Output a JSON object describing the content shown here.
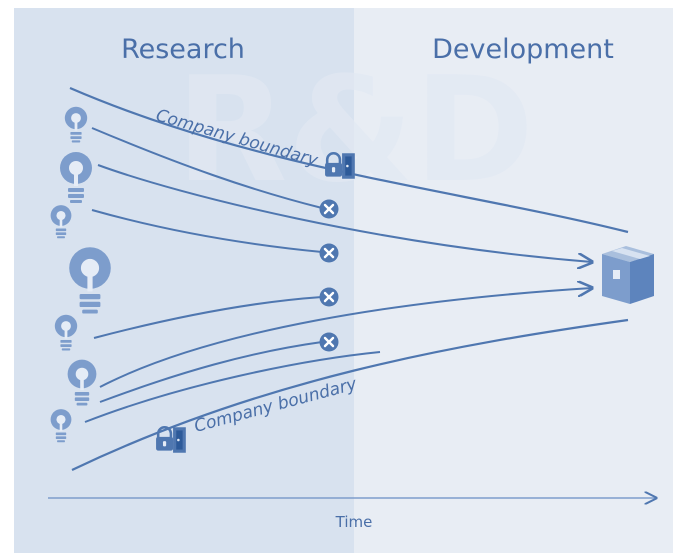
{
  "phases": {
    "research": "Research",
    "development": "Development"
  },
  "watermark": "R&D",
  "boundaries": {
    "top": "Company boundary",
    "bottom": "Company boundary"
  },
  "axis": {
    "label": "Time"
  },
  "colors": {
    "research_bg": "#d8e2ef",
    "development_bg": "#e8edf4",
    "line": "#4f77b0",
    "text": "#4a6fa8",
    "icon_fill": "#7d9dcc"
  },
  "icons": {
    "idea": "lightbulb-icon",
    "lock": "padlock-door-icon",
    "stop": "cross-circle-icon",
    "product": "product-box-icon"
  }
}
